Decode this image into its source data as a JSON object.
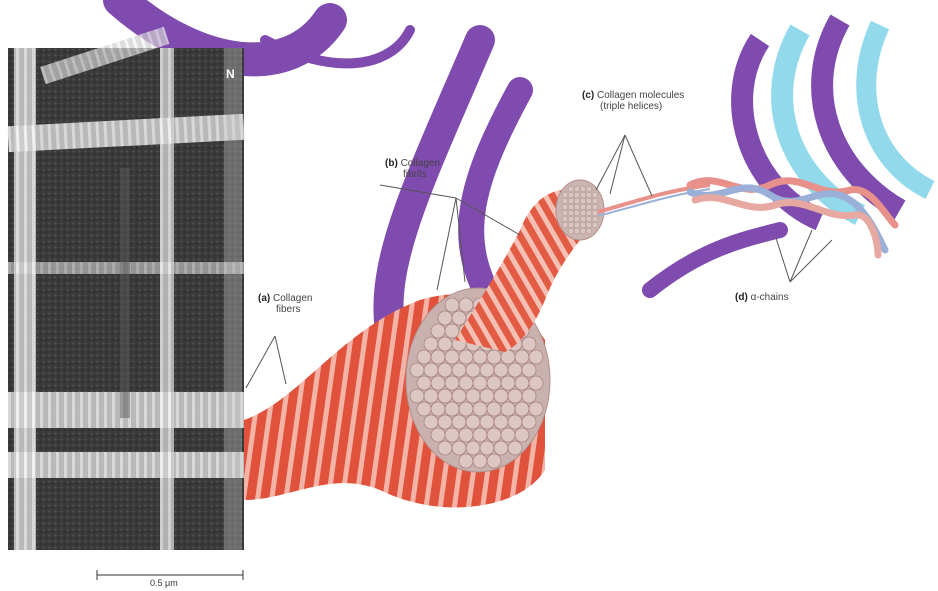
{
  "labels": {
    "fibers": {
      "letter": "(a)",
      "line1": "Collagen",
      "line2": "fibers"
    },
    "fibrils": {
      "letter": "(b)",
      "line1": "Collagen",
      "line2": "fibrils"
    },
    "molecules": {
      "letter": "(c)",
      "line1": "Collagen molecules",
      "line2": "(triple helices)"
    },
    "chains": {
      "letter": "(d)",
      "line1": "α-chains"
    }
  },
  "micrograph": {
    "marker": "N"
  },
  "scale_bar": {
    "label": "0.5 μm"
  },
  "colors": {
    "fiber_red": "#d9452f",
    "fiber_pink": "#f2b7ad",
    "fibril_face": "#d8c2bf",
    "chain_pink": "#e8908a",
    "chain_blue": "#9ab0d8",
    "watermark_purple": "#6a2ca0",
    "watermark_cyan": "#7fd3e8"
  }
}
